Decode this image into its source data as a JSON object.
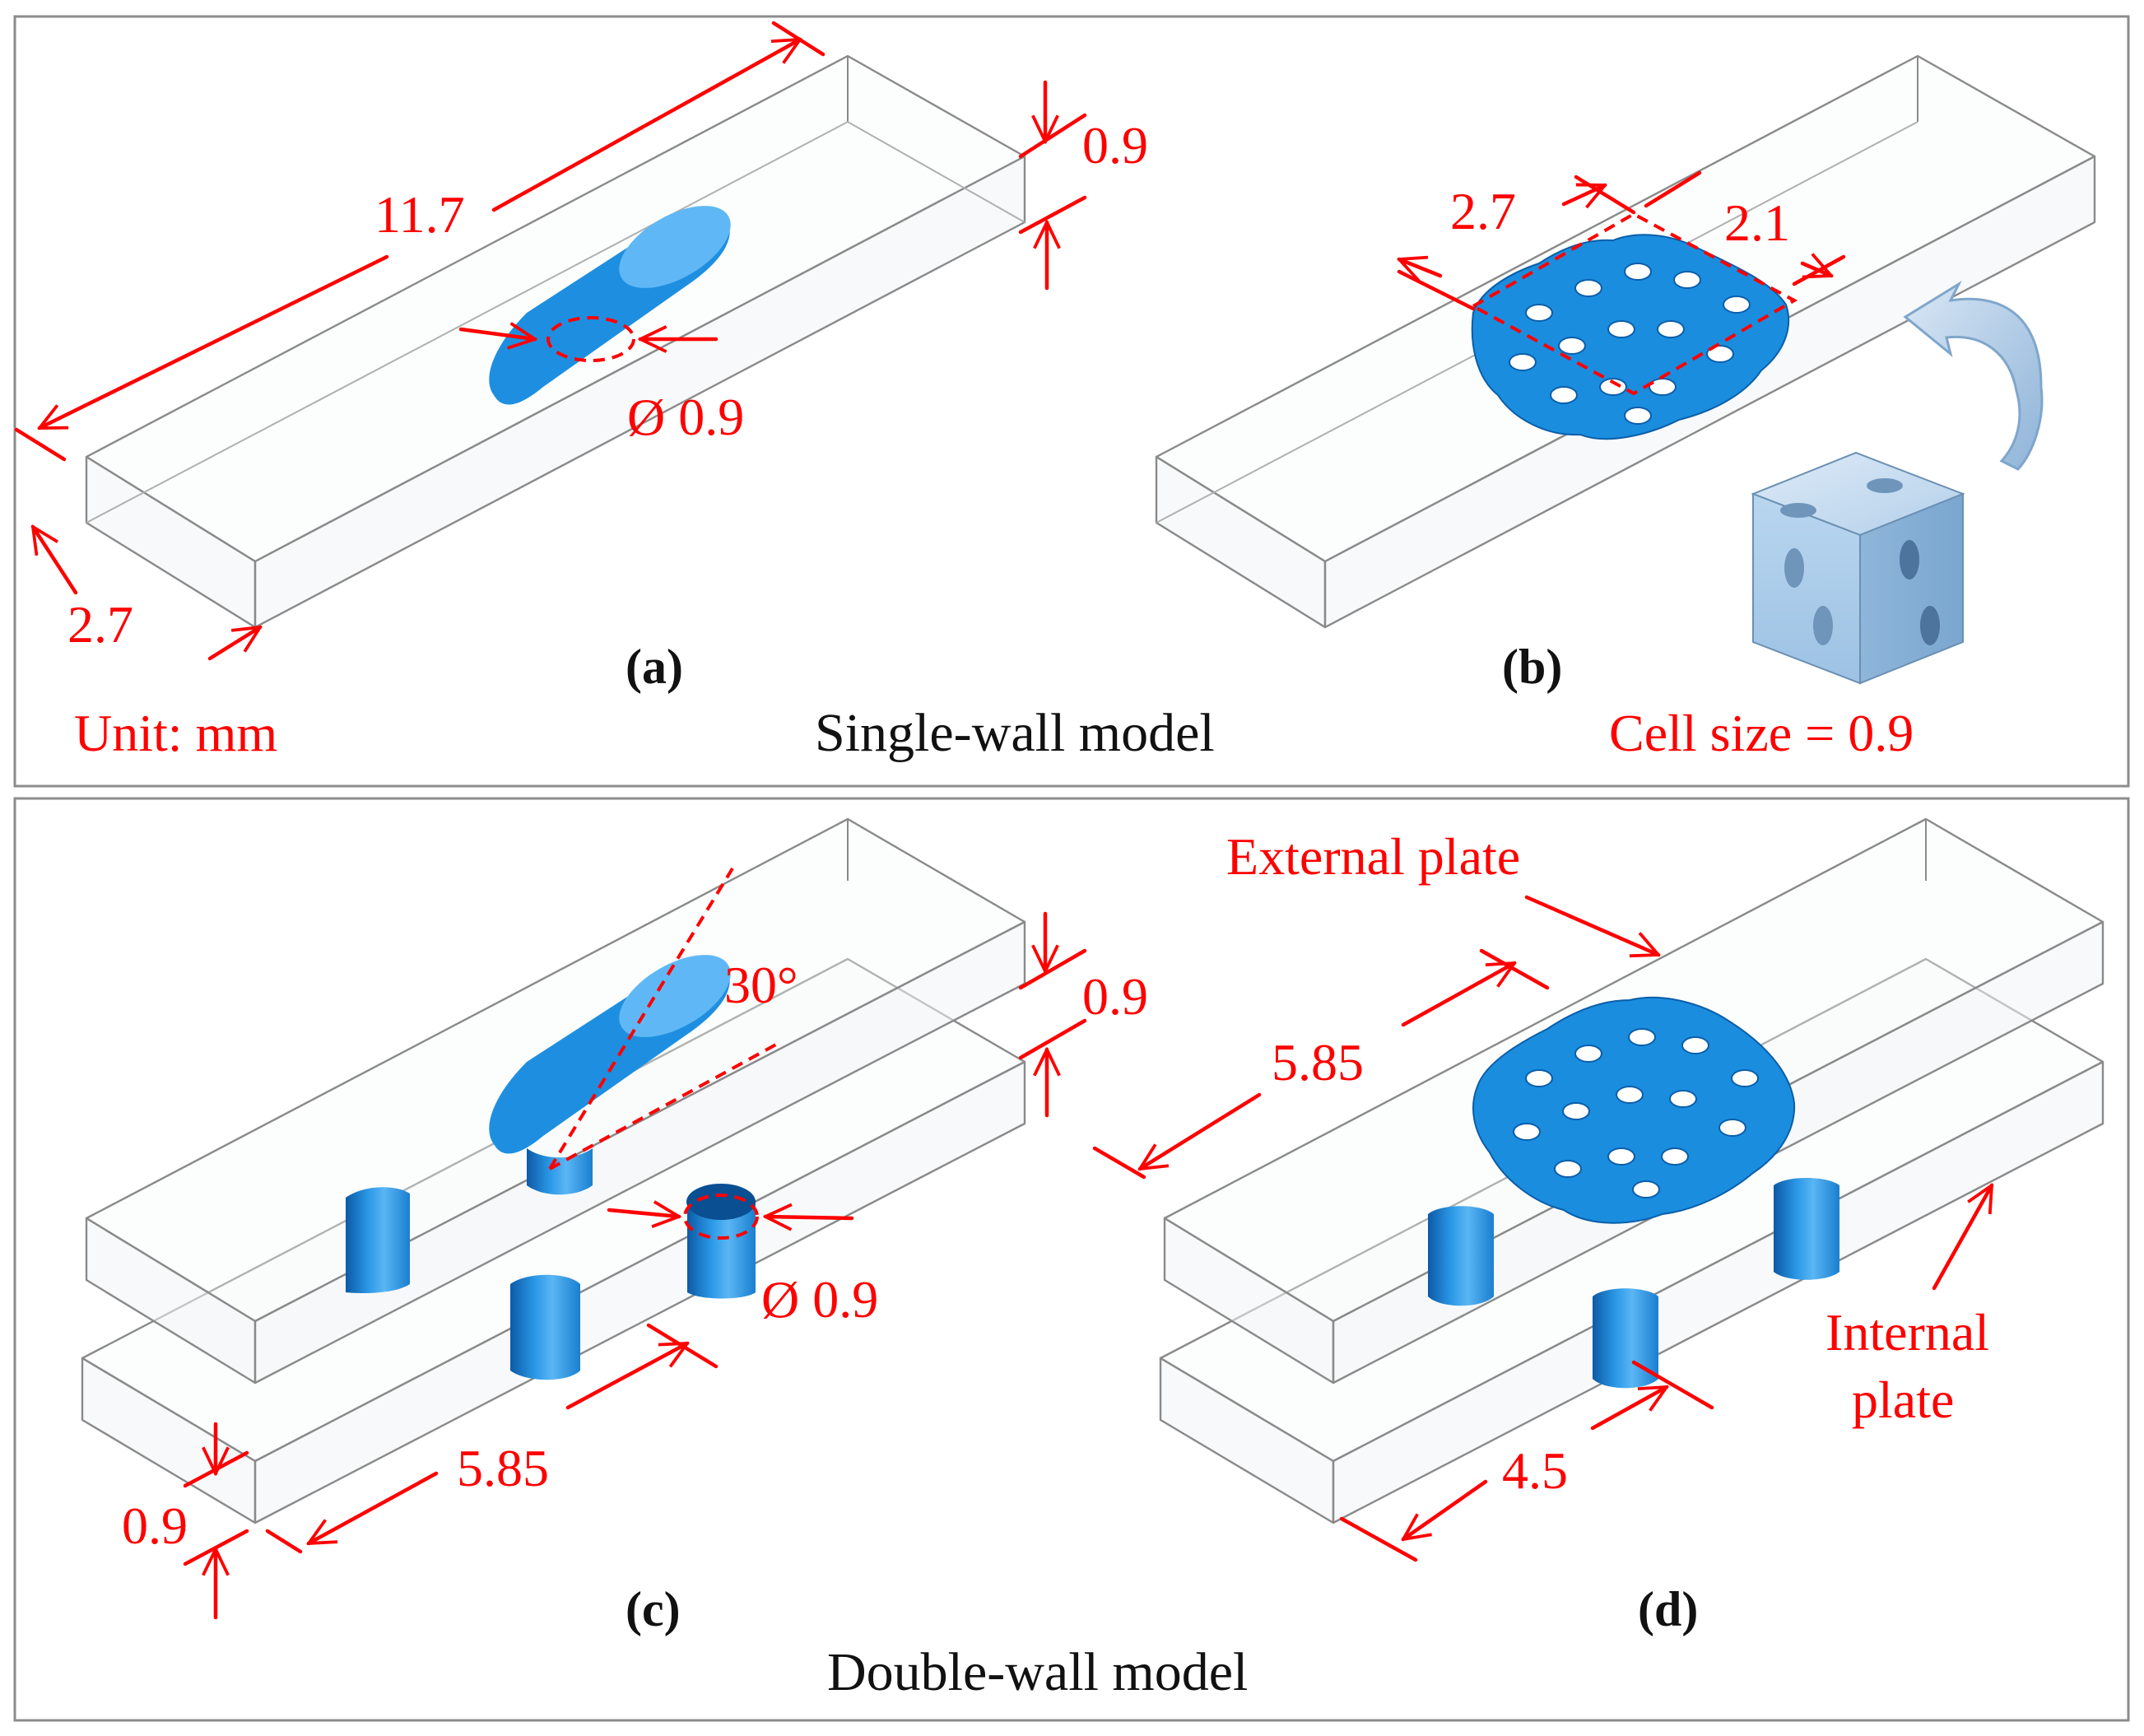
{
  "top_panel": {
    "subtitle": "Single-wall model",
    "unit_note": "Unit: mm",
    "cell_note": "Cell size = 0.9",
    "panel_a": {
      "tag": "(a)",
      "dims": {
        "length": "11.7",
        "width": "2.7",
        "thickness": "0.9",
        "hole_diameter": "Ø 0.9"
      }
    },
    "panel_b": {
      "tag": "(b)",
      "dims": {
        "lattice_length": "2.7",
        "lattice_width": "2.1"
      }
    }
  },
  "bottom_panel": {
    "subtitle": "Double-wall model",
    "panel_c": {
      "tag": "(c)",
      "dims": {
        "angle": "30°",
        "top_thickness": "0.9",
        "hole_diameter": "Ø 0.9",
        "spacing": "5.85",
        "bottom_thickness": "0.9"
      }
    },
    "panel_d": {
      "tag": "(d)",
      "labels": {
        "external": "External plate",
        "internal_line1": "Internal",
        "internal_line2": "plate"
      },
      "dims": {
        "lattice_offset": "5.85",
        "hole_spacing": "4.5"
      }
    }
  },
  "colors": {
    "dimension": "#ff0000",
    "feature": "#1e8fe0",
    "frame": "#8c8c8c",
    "cube": "#b9d6ef"
  }
}
